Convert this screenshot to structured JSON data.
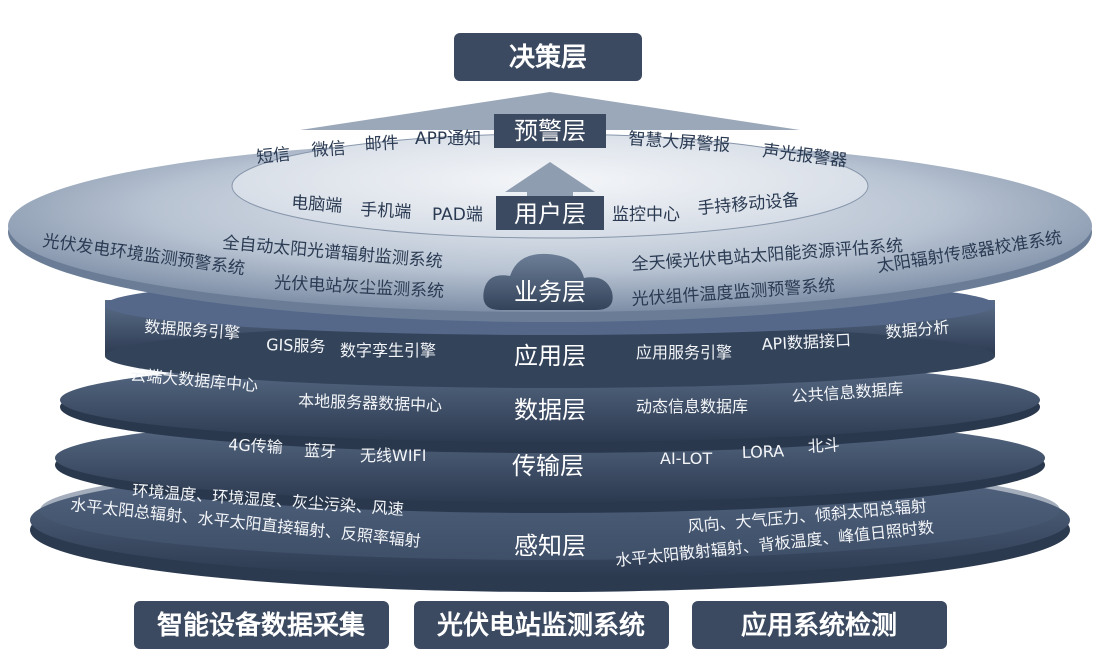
{
  "top_box": "决策层",
  "layers": {
    "warning": {
      "name": "预警层",
      "left": [
        "短信",
        "微信",
        "邮件",
        "APP通知"
      ],
      "right": [
        "智慧大屏警报",
        "声光报警器"
      ]
    },
    "user": {
      "name": "用户层",
      "left": [
        "电脑端",
        "手机端",
        "PAD端"
      ],
      "right": [
        "监控中心",
        "手持移动设备"
      ]
    },
    "business": {
      "name": "业务层",
      "left": [
        "光伏发电环境监测预警系统",
        "全自动太阳光谱辐射监测系统",
        "光伏电站灰尘监测系统"
      ],
      "right": [
        "全天候光伏电站太阳能资源评估系统",
        "太阳辐射传感器校准系统",
        "光伏组件温度监测预警系统"
      ]
    },
    "application": {
      "name": "应用层",
      "left": [
        "数据服务引擎",
        "GIS服务",
        "数字孪生引擎"
      ],
      "right": [
        "应用服务引擎",
        "API数据接口",
        "数据分析"
      ]
    },
    "data": {
      "name": "数据层",
      "left": [
        "云端大数据库中心",
        "本地服务器数据中心"
      ],
      "right": [
        "动态信息数据库",
        "公共信息数据库"
      ]
    },
    "transport": {
      "name": "传输层",
      "left": [
        "4G传输",
        "蓝牙",
        "无线WIFI"
      ],
      "right": [
        "AI-LOT",
        "LORA",
        "北斗"
      ]
    },
    "perception": {
      "name": "感知层",
      "left": [
        "环境温度、环境湿度、灰尘污染、风速",
        "水平太阳总辐射、水平太阳直接辐射、反照率辐射"
      ],
      "right": [
        "风向、大气压力、倾斜太阳总辐射",
        "水平太阳散射辐射、背板温度、峰值日照时数"
      ]
    }
  },
  "bottom_boxes": [
    "智能设备数据采集",
    "光伏电站监测系统",
    "应用系统检测"
  ],
  "colors": {
    "box": "#3b4a60",
    "disc_dark": "#3e4f68",
    "disc_mid": "#5f7390",
    "disc_light": "#b8c3d2",
    "inner_disc": "#e4e8ee"
  }
}
